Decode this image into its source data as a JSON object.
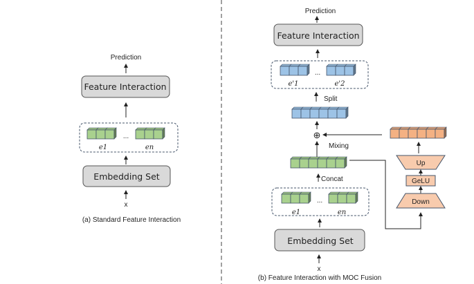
{
  "left": {
    "prediction": "Prediction",
    "feature_interaction": "Feature Interaction",
    "embedding_labels": [
      "e1",
      "en"
    ],
    "ellipsis": "...",
    "embedding_set": "Embedding Set",
    "input": "x",
    "caption": "(a) Standard Feature Interaction"
  },
  "right": {
    "prediction": "Prediction",
    "feature_interaction": "Feature Interaction",
    "split_labels": [
      "e'1",
      "e'2"
    ],
    "ellipsis": "...",
    "split": "Split",
    "mixing": "Mixing",
    "plus_symbol": "⊕",
    "concat": "Concat",
    "embedding_labels": [
      "e1",
      "en"
    ],
    "embedding_set": "Embedding Set",
    "input": "x",
    "adapter": {
      "up": "Up",
      "gelu": "GeLU",
      "down": "Down"
    },
    "caption": "(b) Feature Interaction with MOC Fusion"
  },
  "colors": {
    "green": "#a9d18e",
    "blue": "#9dc3e6",
    "orange": "#f4b183",
    "adapter": "#f8cbad",
    "box": "#d9d9d9",
    "divider": "#808080"
  }
}
